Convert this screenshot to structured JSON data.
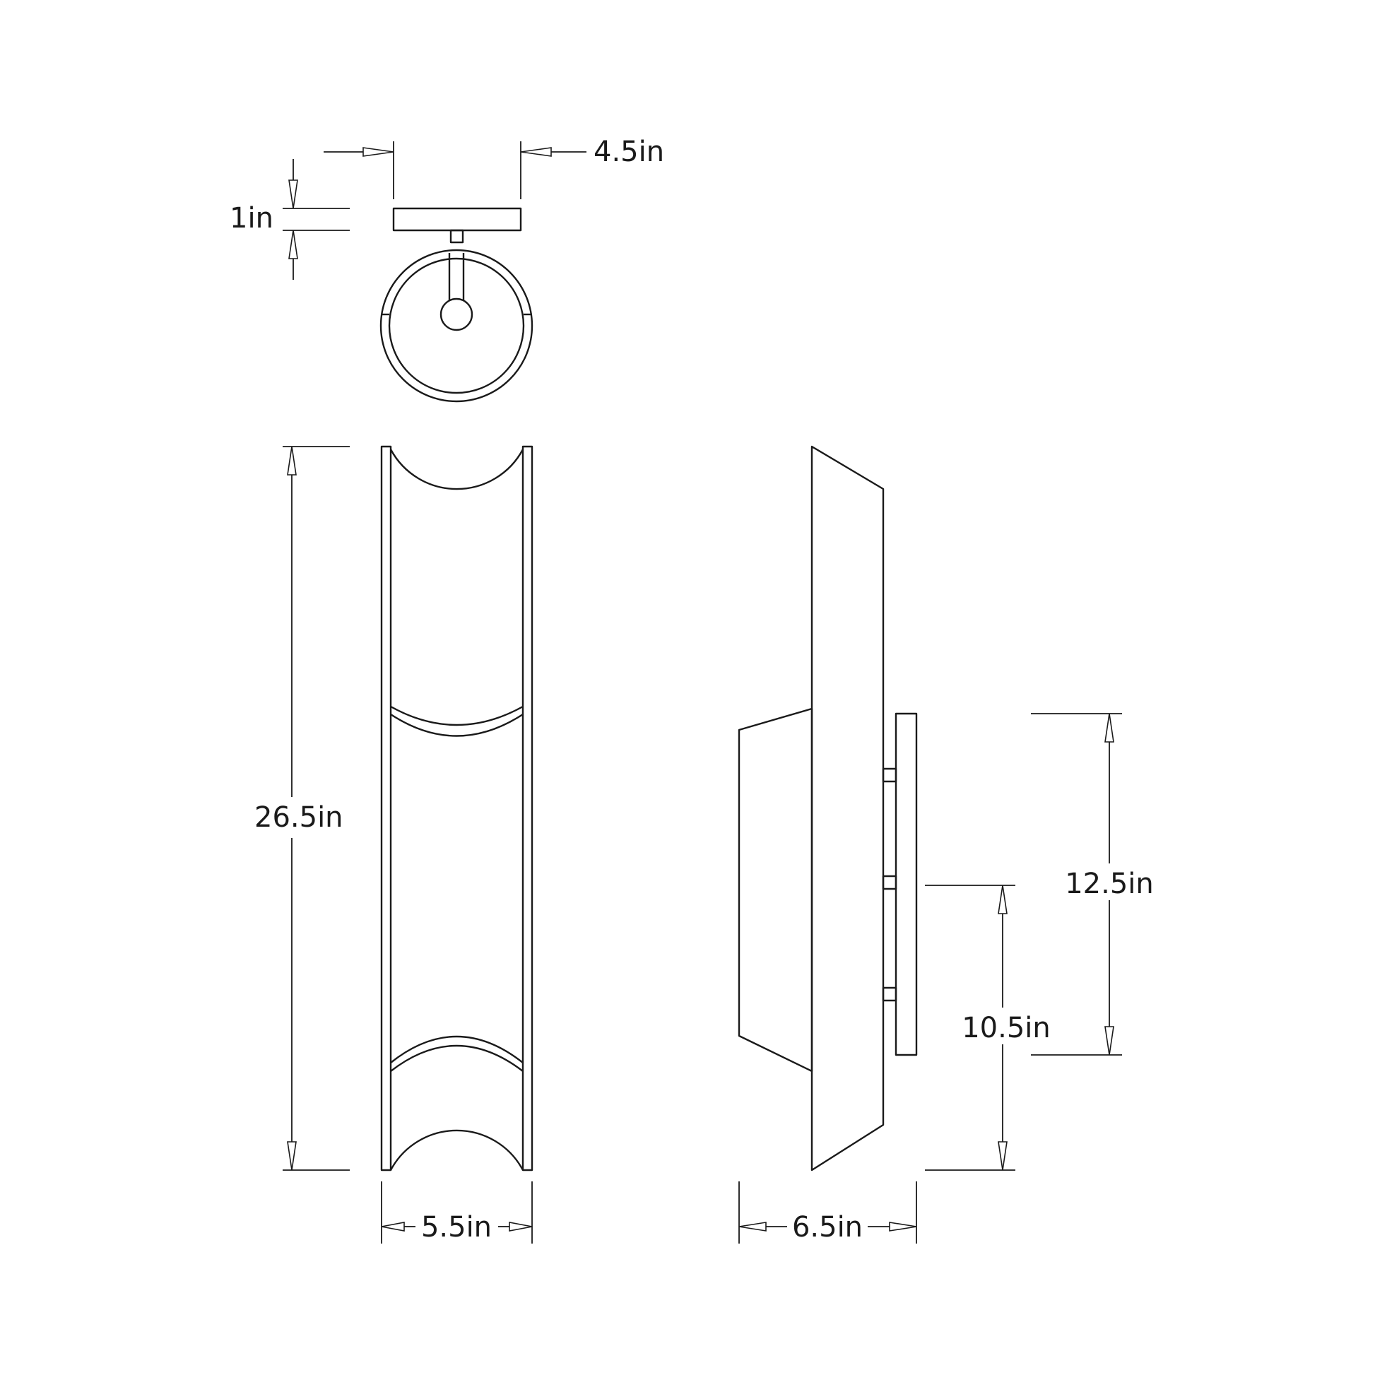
{
  "drawing": {
    "views": [
      "top-view",
      "front-view",
      "side-view"
    ],
    "line_color": "#1a1a1a",
    "background": "#ffffff"
  },
  "dimensions": {
    "top_width": "4.5in",
    "plate_depth": "1in",
    "front_height": "26.5in",
    "front_width": "5.5in",
    "side_depth": "6.5in",
    "backplate_height": "12.5in",
    "mount_height": "10.5in"
  }
}
